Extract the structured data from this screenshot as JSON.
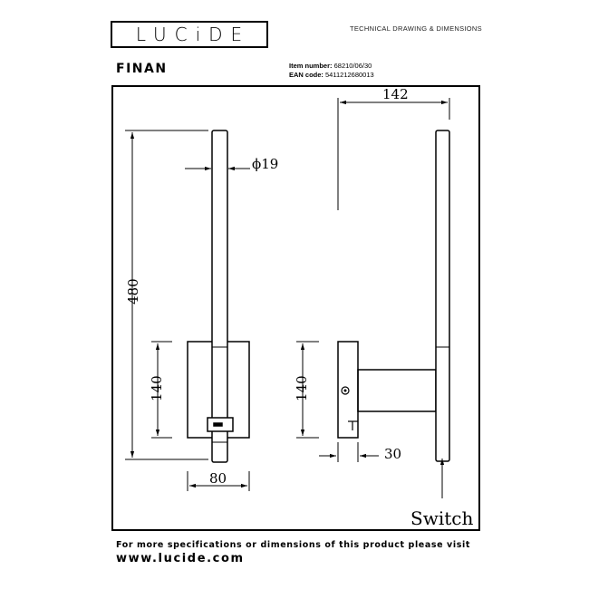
{
  "header": {
    "logo": "LUCiDE",
    "doc_title": "TECHNICAL DRAWING & DIMENSIONS",
    "product_name": "FINAN",
    "item_label": "Item number:",
    "item_value": "68210/06/30",
    "ean_label": "EAN code:",
    "ean_value": "5411212680013"
  },
  "dimensions": {
    "diameter": "ϕ19",
    "height_total": "480",
    "height_front_base": "140",
    "width_front_base": "80",
    "depth_side": "142",
    "height_side_base": "140",
    "depth_base": "30"
  },
  "labels": {
    "switch": "Switch"
  },
  "footer": {
    "line1": "For more specifications or dimensions of this product please visit",
    "line2": "www.lucide.com"
  }
}
